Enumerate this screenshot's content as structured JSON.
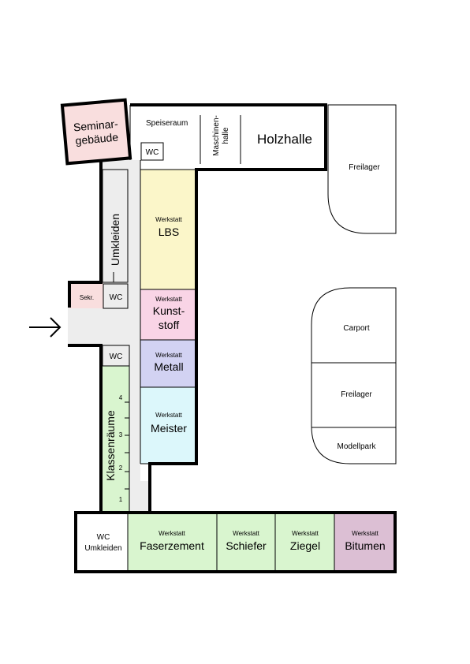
{
  "seminar": {
    "line1": "Seminar-",
    "line2": "gebäude"
  },
  "top": {
    "speiseraum": "Speiseraum",
    "wc": "WC",
    "maschinenhalle_line1": "Maschinen-",
    "maschinenhalle_line2": "halle",
    "holzhalle": "Holzhalle"
  },
  "outside": {
    "freilager_top": "Freilager",
    "carport": "Carport",
    "freilager_right": "Freilager",
    "modellpark": "Modellpark"
  },
  "left_wing": {
    "umkleiden": "Umkleiden",
    "sekr": "Sekr.",
    "wc_upper": "WC",
    "wc_lower": "WC",
    "klassenraeume": "Klassenräume",
    "room_numbers": [
      "4",
      "3",
      "2",
      "1"
    ]
  },
  "werkstatt_label": "Werkstatt",
  "workshops": {
    "lbs": "LBS",
    "kunststoff_line1": "Kunst-",
    "kunststoff_line2": "stoff",
    "metall": "Metall",
    "meister": "Meister"
  },
  "bottom": {
    "wc": "WC",
    "umkleiden": "Umkleiden",
    "faserzement": "Faserzement",
    "schiefer": "Schiefer",
    "ziegel": "Ziegel",
    "bitumen": "Bitumen"
  },
  "colors": {
    "seminar": "#f9dede",
    "lbs": "#fbf6c9",
    "kunststoff": "#f9d4e6",
    "metall": "#d2d2f2",
    "meister": "#dcf7fb",
    "green": "#d9f5cf",
    "bitumen": "#dcbfd4",
    "corridor": "#ededed",
    "sekr": "#f9dede"
  },
  "entrance_arrow": "arrow-right"
}
